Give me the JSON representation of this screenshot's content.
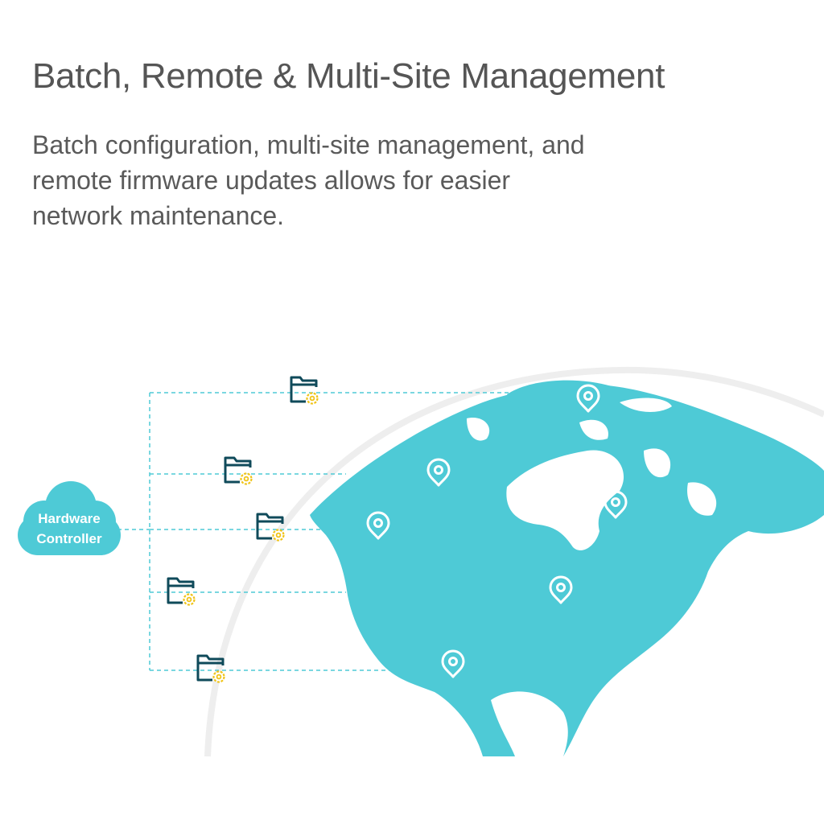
{
  "header": {
    "title": "Batch, Remote & Multi-Site Management",
    "description_lines": [
      "Batch configuration, multi-site management, and",
      "remote firmware updates allows for easier",
      "network maintenance."
    ]
  },
  "diagram": {
    "controller": {
      "label_lines": [
        "Hardware",
        "Controller"
      ],
      "icon": "cloud-icon"
    },
    "site_icons": [
      "folder-gear-icon",
      "folder-gear-icon",
      "folder-gear-icon",
      "folder-gear-icon",
      "folder-gear-icon"
    ],
    "map_icons": [
      "location-pin-icon"
    ],
    "colors": {
      "map": "#4ecad6",
      "cloud": "#4ecad6",
      "folder": "#0f4a5a",
      "gear": "#f0c419",
      "connector": "#4ecad6",
      "orbit": "#eeeeee",
      "heading_text": "#555555"
    }
  }
}
